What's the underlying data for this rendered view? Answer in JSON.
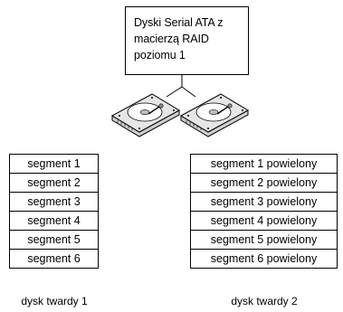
{
  "raid_box": {
    "lines": [
      "Dyski Serial ATA z",
      "macierzą RAID",
      "poziomu 1"
    ]
  },
  "disks": [
    {
      "caption": "dysk twardy 1",
      "segments": [
        "segment 1",
        "segment 2",
        "segment 3",
        "segment 4",
        "segment 5",
        "segment 6"
      ]
    },
    {
      "caption": "dysk twardy 2",
      "segments": [
        "segment 1 powielony",
        "segment 2 powielony",
        "segment 3 powielony",
        "segment 4 powielony",
        "segment 5 powielony",
        "segment 6 powielony"
      ]
    }
  ]
}
